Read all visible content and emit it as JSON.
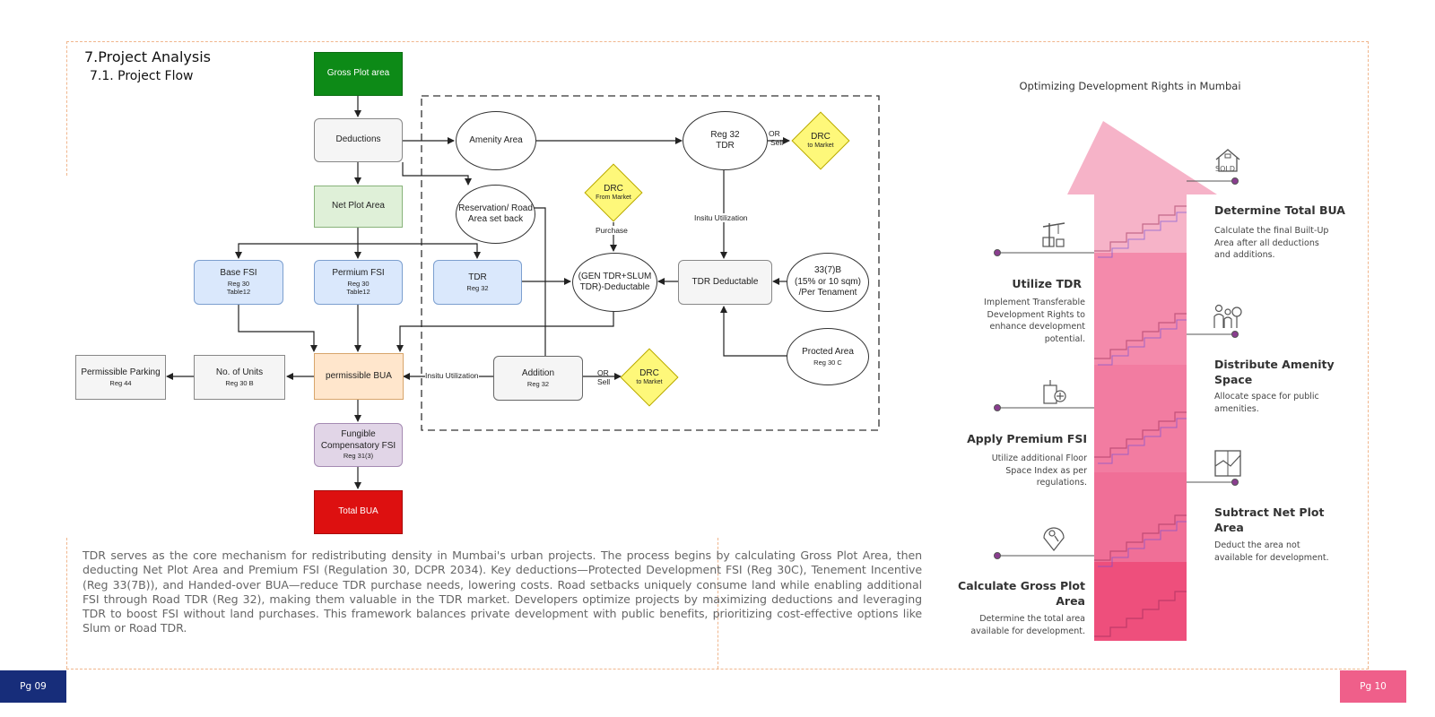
{
  "header": {
    "section_title": "7.Project Analysis",
    "section_subtitle": "7.1. Project Flow"
  },
  "flowchart": {
    "gross_plot_area": "Gross Plot area",
    "deductions": "Deductions",
    "net_plot_area": "Net Plot Area",
    "base_fsi": {
      "title": "Base FSI",
      "reg": "Reg 30",
      "table": "Table12"
    },
    "premium_fsi": {
      "title": "Permium FSI",
      "reg": "Reg 30",
      "table": "Table12"
    },
    "tdr": {
      "title": "TDR",
      "reg": "Reg 32"
    },
    "permissible_bua": "permissible BUA",
    "no_of_units": {
      "title": "No. of Units",
      "reg": "Reg 30 B"
    },
    "permissible_parking": {
      "title": "Permissible Parking",
      "reg": "Reg 44"
    },
    "fungible": {
      "title1": "Fungible",
      "title2": "Compensatory FSI",
      "reg": "Reg 31(3)"
    },
    "total_bua": "Total BUA",
    "amenity_area": "Amenity Area",
    "reservation": {
      "line1": "Reservation/ Road",
      "line2": "Area set back"
    },
    "reg32_tdr": {
      "line1": "Reg 32",
      "line2": "TDR"
    },
    "drc_to_market_top": {
      "title": "DRC",
      "sub": "to Market"
    },
    "drc_from_market": {
      "title": "DRC",
      "sub": "From Market"
    },
    "purchase": "Purchase",
    "insitu_utilization_right": "Insitu Utilization",
    "gen_tdr": {
      "line1": "(GEN TDR+SLUM",
      "line2": "TDR)-Deductable"
    },
    "tdr_deductable": "TDR Deductable",
    "tenament": {
      "line1": "33(7)B",
      "line2": "(15% or 10 sqm)",
      "line3": "/Per Tenament"
    },
    "procted_area": {
      "title": "Procted Area",
      "reg": "Reg 30 C"
    },
    "addition": {
      "title": "Addition",
      "reg": "Reg 32"
    },
    "insitu_utilization_left": "Insitu Utilization",
    "or_sell_top": {
      "or": "OR",
      "sell": "Sell"
    },
    "or_sell_bottom": {
      "or": "OR",
      "sell": "Sell"
    },
    "drc_to_market_bottom": {
      "title": "DRC",
      "sub": "to Market"
    }
  },
  "paragraph": "TDR serves as the core mechanism for redistributing density in Mumbai's urban projects. The process begins by calculating Gross Plot Area, then deducting Net Plot Area and Premium FSI (Regulation 30, DCPR 2034). Key deductions—Protected Development FSI (Reg 30C), Tenement Incentive (Reg 33(7B)), and Handed-over BUA—reduce TDR purchase needs, lowering costs. Road setbacks uniquely consume land while enabling additional FSI through Road TDR (Reg 32), making them valuable in the TDR market. Developers optimize projects by maximizing deductions and leveraging TDR to boost FSI without land purchases. This framework balances private development with public benefits, prioritizing cost-effective options like Slum or Road TDR.",
  "infographic": {
    "title": "Optimizing Development Rights in Mumbai",
    "sold_label": "SOLD",
    "steps": [
      {
        "title": "Determine Total BUA",
        "desc": [
          "Calculate the final Built-Up",
          "Area after all deductions",
          "and additions."
        ]
      },
      {
        "title": "Utilize TDR",
        "desc": [
          "Implement Transferable",
          "Development Rights to",
          "enhance development",
          "potential."
        ]
      },
      {
        "title_lines": [
          "Distribute Amenity",
          "Space"
        ],
        "desc": [
          "Allocate space for public",
          "amenities."
        ]
      },
      {
        "title": "Apply Premium FSI",
        "desc": [
          "Utilize additional Floor",
          "Space Index as per",
          "regulations."
        ]
      },
      {
        "title_lines": [
          "Subtract Net Plot",
          "Area"
        ],
        "desc": [
          "Deduct the area not",
          "available for development."
        ]
      },
      {
        "title_lines": [
          "Calculate Gross Plot",
          "Area"
        ],
        "desc": [
          "Determine the total area",
          "available for development."
        ]
      }
    ]
  },
  "footer": {
    "left_page": "Pg 09",
    "right_page": "Pg 10"
  },
  "colors": {
    "gross": "#0d8a17",
    "total": "#dd1010",
    "light_green": "#dff0d8",
    "light_blue": "#dae8fc",
    "light_orange": "#ffe6cc",
    "light_purple": "#e1d5e7",
    "grey": "#f5f5f5",
    "diamond": "#fef87a",
    "arrow_pink": "#f4a6bf",
    "arrow_deep": "#ef4f7c",
    "footer_navy": "#172d7a",
    "footer_pink": "#ef5f8a"
  }
}
